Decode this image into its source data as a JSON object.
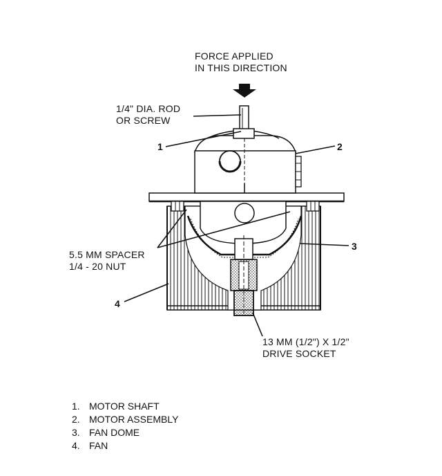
{
  "labels": {
    "force_line1": "FORCE APPLIED",
    "force_line2": "IN THIS DIRECTION",
    "rod_line1": "1/4\" DIA. ROD",
    "rod_line2": "OR SCREW",
    "spacer_line1": "5.5 MM SPACER",
    "spacer_line2": "1/4 - 20 NUT",
    "socket_line1": "13 MM (1/2\") X 1/2\"",
    "socket_line2": "DRIVE SOCKET"
  },
  "callouts": {
    "c1": "1",
    "c2": "2",
    "c3": "3",
    "c4": "4"
  },
  "legend": [
    {
      "num": "1.",
      "text": "MOTOR SHAFT"
    },
    {
      "num": "2.",
      "text": "MOTOR ASSEMBLY"
    },
    {
      "num": "3.",
      "text": "FAN DOME"
    },
    {
      "num": "4.",
      "text": "FAN"
    }
  ]
}
